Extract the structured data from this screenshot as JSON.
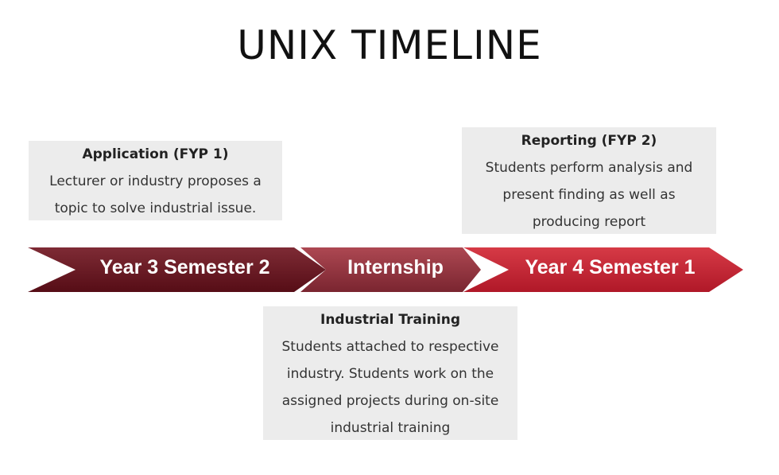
{
  "title": "UNIX TIMELINE",
  "phases": [
    {
      "label": "Year 3 Semester 2",
      "color_top": "#7e2b35",
      "color_bottom": "#560d16"
    },
    {
      "label": "Internship",
      "color_top": "#ad4852",
      "color_bottom": "#7a2530"
    },
    {
      "label": "Year 4 Semester 1",
      "color_top": "#d63a46",
      "color_bottom": "#b01828"
    }
  ],
  "boxes": {
    "application": {
      "heading": "Application (FYP 1)",
      "lines": [
        "Lecturer or industry proposes a",
        "topic to solve industrial issue."
      ]
    },
    "reporting": {
      "heading": "Reporting (FYP 2)",
      "lines": [
        "Students perform analysis and",
        "present finding as well as",
        "producing report"
      ]
    },
    "training": {
      "heading": "Industrial Training",
      "lines": [
        "Students attached to respective",
        "industry. Students work on the",
        "assigned projects during on-site",
        "industrial training"
      ]
    }
  }
}
